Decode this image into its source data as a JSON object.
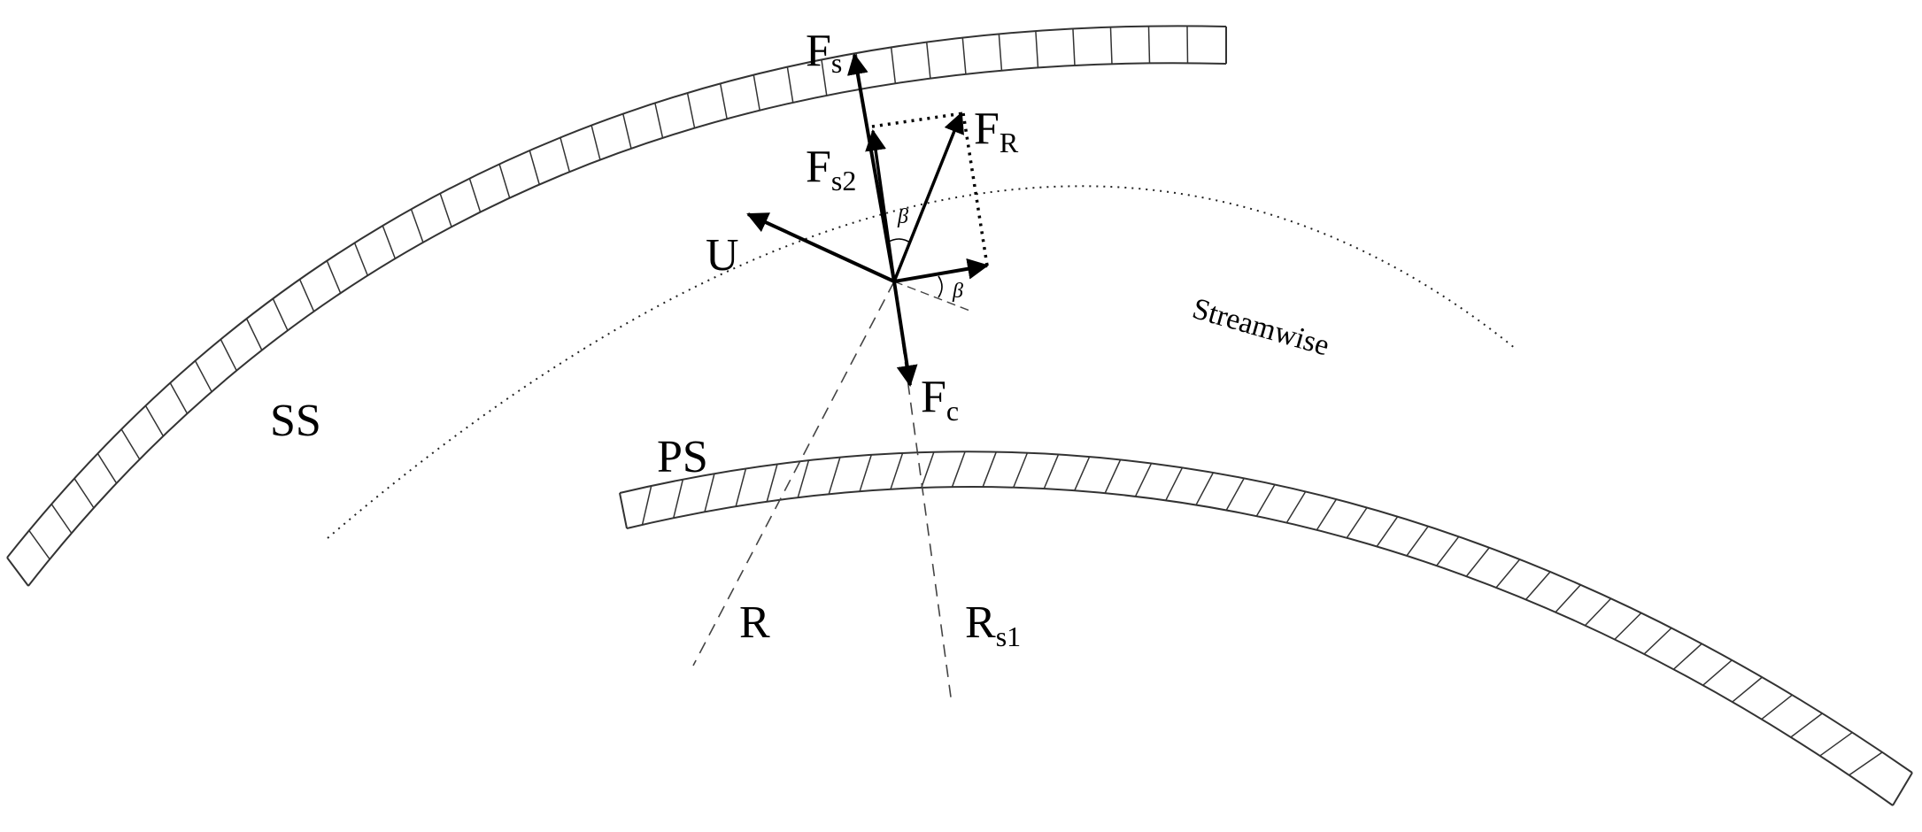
{
  "labels": {
    "suction_side": "SS",
    "pressure_side": "PS",
    "streamwise": "Streamwise",
    "velocity": "U",
    "force_s": "F",
    "force_s_sub": "s",
    "force_s2": "F",
    "force_s2_sub": "s2",
    "force_r": "F",
    "force_r_sub": "R",
    "force_c": "F",
    "force_c_sub": "c",
    "angle_beta_top": "β",
    "angle_beta_bottom": "β",
    "radius": "R",
    "radius_s1": "R",
    "radius_s1_sub": "s1"
  }
}
